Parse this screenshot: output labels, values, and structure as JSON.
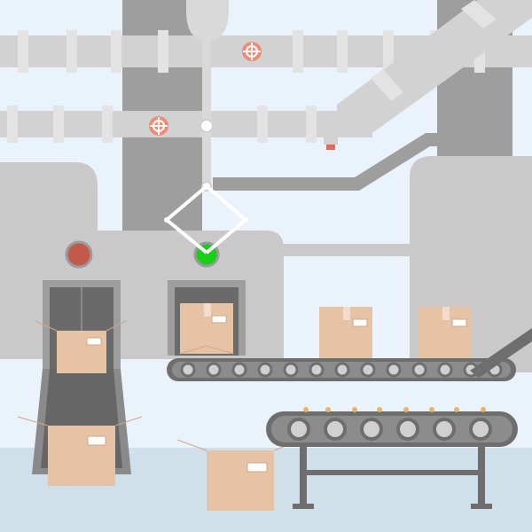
{
  "scene": {
    "kind": "flat-illustration",
    "subject": "factory-packaging-line"
  },
  "colors": {
    "sky": "#eaf3fb",
    "floor": "#cfe0ea",
    "pipe": "#d2d2d2",
    "pipe_joint": "#e3e3e3",
    "column": "#9e9e9e",
    "machine": "#c9c9c9",
    "machine_dark": "#a9a9a9",
    "chute": "#666666",
    "conveyor_belt": "#6e6e6e",
    "roller": "#d0d0d0",
    "box": "#e7c3a6",
    "box_edge": "#d1a787",
    "label": "#ffffff",
    "valve": "#f08c76",
    "indicator_red": "#c25a47",
    "indicator_green": "#17d017",
    "beads": "#e6b36a"
  },
  "indicators": [
    {
      "name": "stop-light",
      "state": "off",
      "color": "red"
    },
    {
      "name": "go-light",
      "state": "on",
      "color": "green"
    }
  ],
  "icons": [
    "valve-wheel-icon",
    "valve-wheel-icon",
    "robotic-claw-icon",
    "cardboard-box-icon"
  ]
}
